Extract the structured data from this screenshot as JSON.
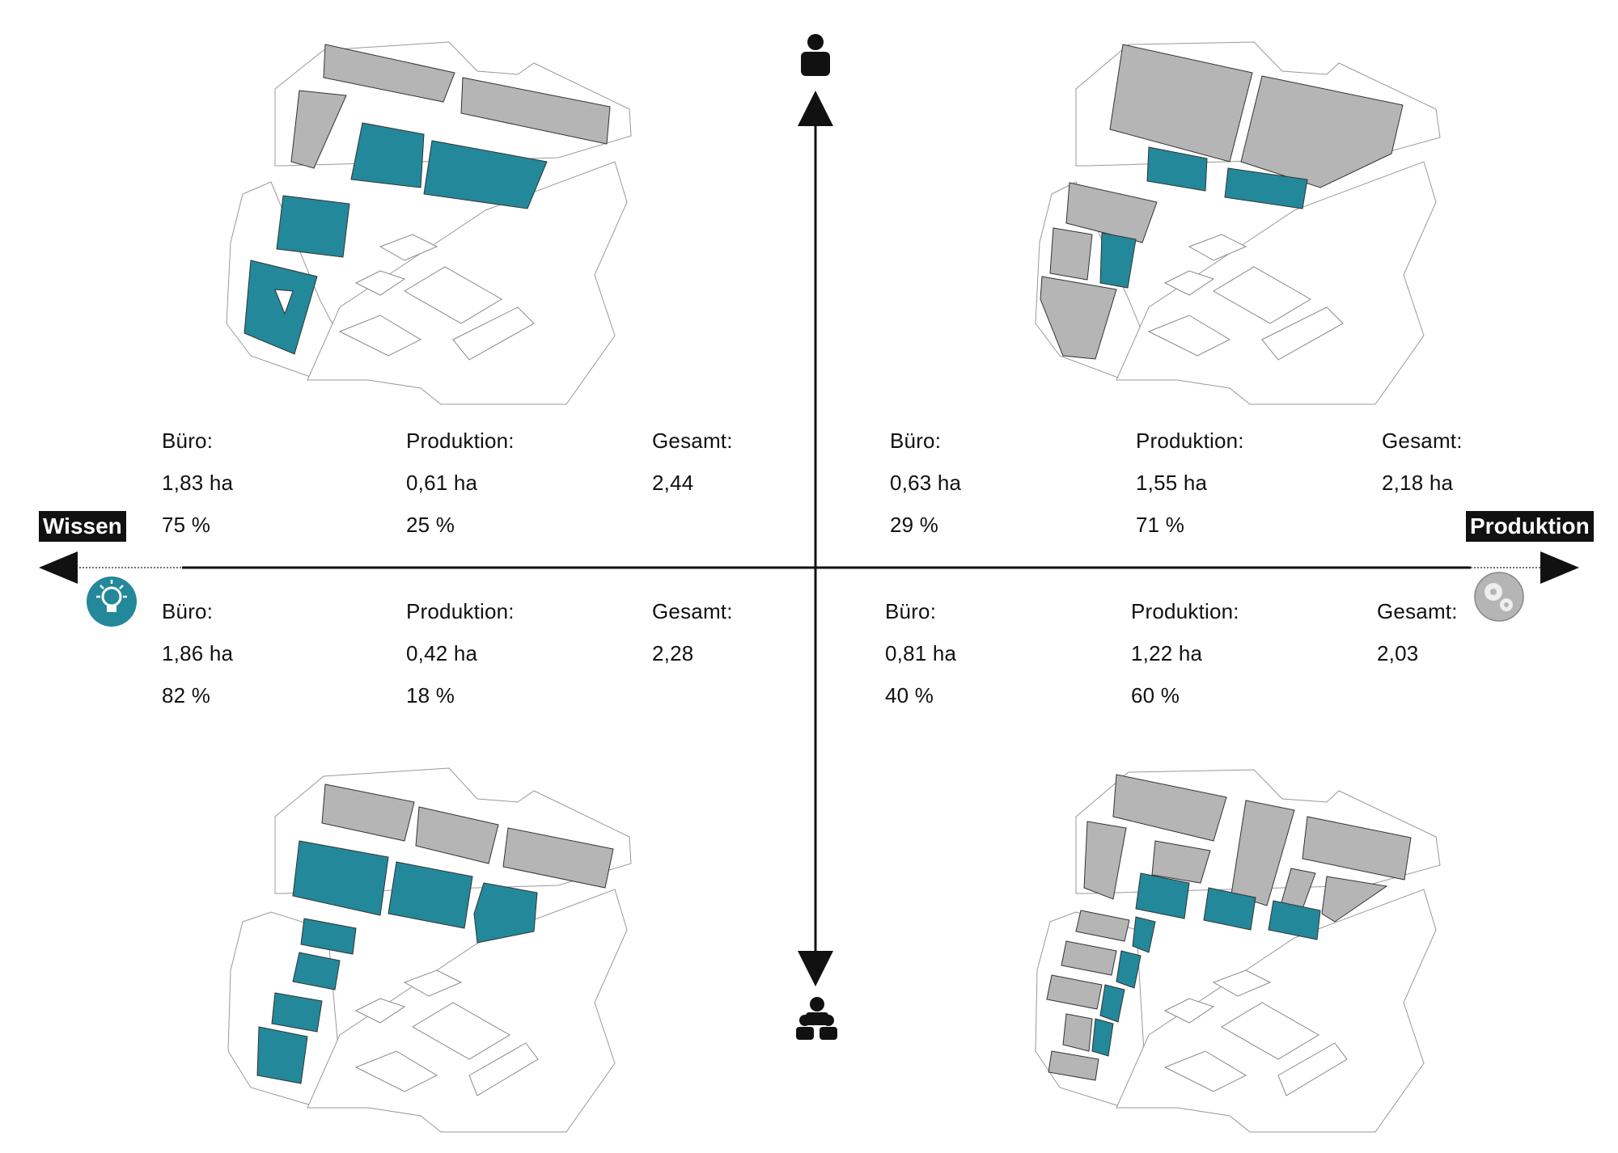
{
  "axis": {
    "left_label": "Wissen",
    "right_label": "Produktion"
  },
  "icons": {
    "top": "person-icon",
    "bottom": "group-icon",
    "left": "lightbulb-icon",
    "right": "gears-icon"
  },
  "colors": {
    "buero": "#23889a",
    "produktion": "#b5b5b5",
    "axis": "#111111"
  },
  "quadrants": {
    "top_left": {
      "buero_label": "Büro:",
      "buero_area": "1,83 ha",
      "buero_pct": "75 %",
      "prod_label": "Produktion:",
      "prod_area": "0,61 ha",
      "prod_pct": "25 %",
      "gesamt_label": "Gesamt:",
      "gesamt_value": "2,44"
    },
    "top_right": {
      "buero_label": "Büro:",
      "buero_area": "0,63 ha",
      "buero_pct": "29 %",
      "prod_label": "Produktion:",
      "prod_area": "1,55 ha",
      "prod_pct": "71 %",
      "gesamt_label": "Gesamt:",
      "gesamt_value": "2,18 ha"
    },
    "bottom_left": {
      "buero_label": "Büro:",
      "buero_area": "1,86 ha",
      "buero_pct": "82 %",
      "prod_label": "Produktion:",
      "prod_area": "0,42 ha",
      "prod_pct": "18 %",
      "gesamt_label": "Gesamt:",
      "gesamt_value": "2,28"
    },
    "bottom_right": {
      "buero_label": "Büro:",
      "buero_area": "0,81 ha",
      "buero_pct": "40 %",
      "prod_label": "Produktion:",
      "prod_area": "1,22 ha",
      "prod_pct": "60 %",
      "gesamt_label": "Gesamt:",
      "gesamt_value": "2,03"
    }
  }
}
